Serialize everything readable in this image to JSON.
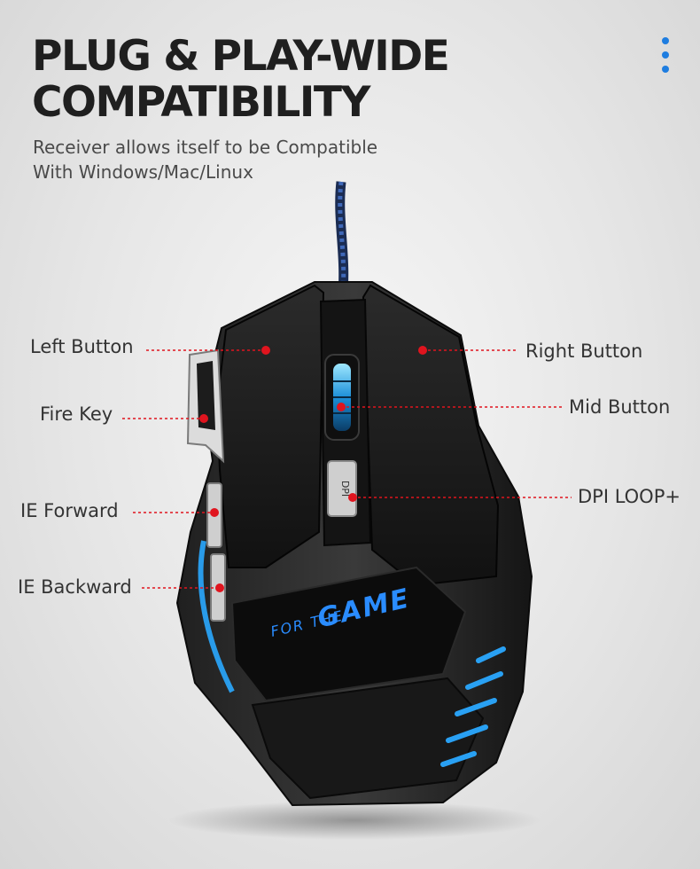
{
  "headline": {
    "line1": "PLUG & PLAY-WIDE",
    "line2": "COMPATIBILITY"
  },
  "subtitle": {
    "line1": "Receiver allows itself to be Compatible",
    "line2": "With Windows/Mac/Linux"
  },
  "menu": {
    "icon": "more-vertical-icon",
    "color": "#1e7de0"
  },
  "callouts": {
    "left_button": "Left Button",
    "right_button": "Right Button",
    "fire_key": "Fire Key",
    "mid_button": "Mid Button",
    "ie_forward": "IE Forward",
    "dpi_loop": "DPI LOOP+",
    "ie_backward": "IE Backward"
  },
  "mouse": {
    "dpi_label": "DPI",
    "logo_small": "FOR THE",
    "logo_large": "GAME",
    "accent_color": "#2aa8ff",
    "marker_color": "#e0141e"
  }
}
